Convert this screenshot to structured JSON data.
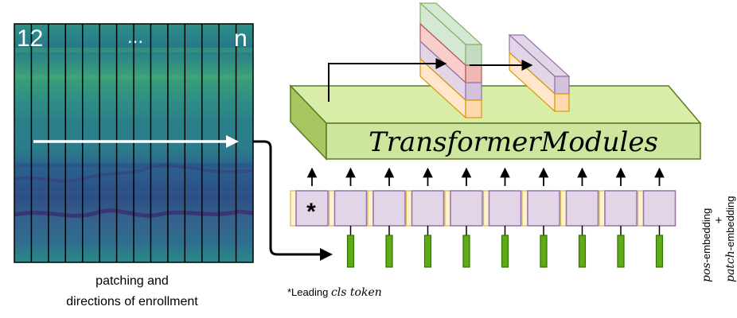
{
  "spectrogram": {
    "label_first": "12",
    "label_dots": "...",
    "label_last": "n",
    "caption_line1": "patching and",
    "caption_line2": "directions of enrollment"
  },
  "transformer": {
    "label": "TransformerModules"
  },
  "tokens": {
    "cls_symbol": "*",
    "footnote_prefix": "*Leading ",
    "footnote_term": "cls token"
  },
  "side_label": {
    "pos_italic": "pos",
    "pos_rest": "-embedding",
    "plus": "+",
    "patch_italic": "patch",
    "patch_rest": "-embedding"
  },
  "colors": {
    "slab_front": "#cde59c",
    "slab_top": "#d9eda9",
    "slab_side": "#a7c660",
    "slab_edge": "#5a7a23",
    "token_fill": "#e1d5e7",
    "token_stroke": "#9673a6",
    "cls_edge": "#fff2cc",
    "cls_edge_stroke": "#d6b656",
    "green_bar": "#60a917",
    "green_bar_stroke": "#2d7600",
    "stack_green": "#d5e8d4",
    "stack_red": "#f8cecc",
    "stack_purple": "#e1d5e7",
    "stack_orange": "#ffe6cc"
  }
}
